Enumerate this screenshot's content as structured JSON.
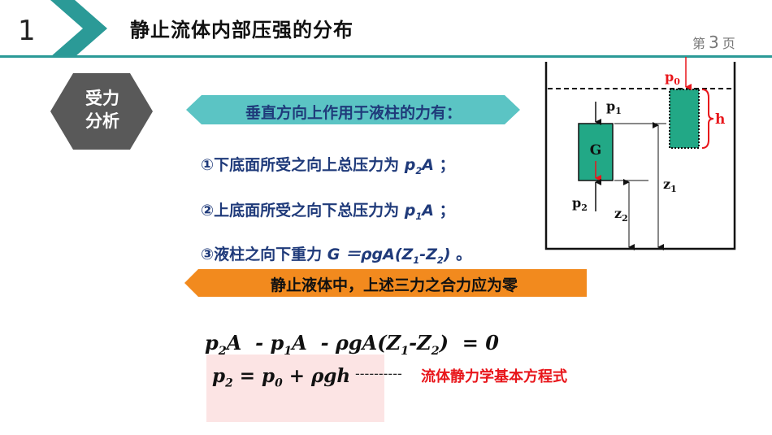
{
  "header": {
    "section_number": "1",
    "title": "静止流体内部压强的分布",
    "page_prefix": "第",
    "page_number": "3",
    "page_suffix": "页"
  },
  "badge": {
    "line1": "受力",
    "line2": "分析"
  },
  "section_heading": "垂直方向上作用于液柱的力有：",
  "forces": [
    {
      "marker": "①",
      "text": "下底面所受之向上总压力为 ",
      "formula_p": "p",
      "formula_sub": "2",
      "formula_var": "A",
      "end": " ；"
    },
    {
      "marker": "②",
      "text": "上底面所受之向下总压力为 ",
      "formula_p": "p",
      "formula_sub": "1",
      "formula_var": "A",
      "end": " ；"
    },
    {
      "marker": "③",
      "text": "液柱之向下重力 ",
      "gravity": "G ＝ρgA(Z",
      "z1_sub": "1",
      "mid": "-Z",
      "z2_sub": "2",
      "close": ")",
      "end": " 。"
    }
  ],
  "equilibrium_statement": "静止液体中，上述三力之合力应为零",
  "equation1": {
    "a": "p",
    "a_sub": "2",
    "b": "A  - p",
    "b_sub": "1",
    "c": "A  - ρgA(Z",
    "c_sub": "1",
    "d": "-Z",
    "d_sub": "2",
    "e": ")  = 0"
  },
  "equation2": {
    "a": "p",
    "a_sub": "2",
    "b": " = p",
    "b_sub": "0",
    "c": " + ρgh"
  },
  "connector": "----------",
  "equation_label": "流体静力学基本方程式",
  "diagram": {
    "p0": "p",
    "p0_sub": "0",
    "p1": "p",
    "p1_sub": "1",
    "p2": "p",
    "p2_sub": "2",
    "h": "h",
    "G": "G",
    "z1": "z",
    "z1_sub": "1",
    "z2": "z",
    "z2_sub": "2"
  },
  "colors": {
    "teal": "#2b9a97",
    "pill": "#5bc4c4",
    "orange": "#f28a1e",
    "hexagon": "#595959",
    "column_fill": "#22a886",
    "text_blue": "#1f3a7a",
    "red": "#e8161b"
  }
}
